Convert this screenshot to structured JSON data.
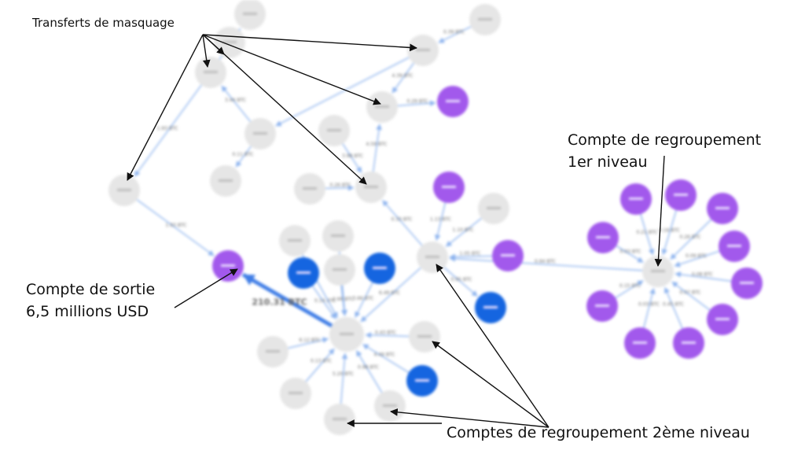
{
  "annotations": {
    "masquage": "Transferts de masquage",
    "level1_line1": "Compte de regroupement",
    "level1_line2": "1er niveau",
    "sortie_line1": "Compte de sortie",
    "sortie_line2": "6,5 millions USD",
    "level2": "Comptes de regroupement 2ème niveau"
  },
  "colors": {
    "background": "#ffffff",
    "grey_node": "#e6e6e6",
    "purple_node": "#a259ec",
    "blue_node": "#1565e0",
    "edge": "#8bb2ee",
    "arrow": "#111111"
  },
  "nodes": [
    {
      "id": "n1",
      "color": "grey"
    },
    {
      "id": "n2",
      "color": "grey"
    },
    {
      "id": "n3",
      "color": "grey"
    },
    {
      "id": "n4",
      "color": "grey"
    },
    {
      "id": "n5",
      "color": "grey"
    },
    {
      "id": "n6",
      "color": "grey"
    },
    {
      "id": "n7",
      "color": "purple"
    },
    {
      "id": "n8",
      "color": "grey"
    },
    {
      "id": "n9",
      "color": "grey"
    },
    {
      "id": "n10",
      "color": "grey"
    },
    {
      "id": "n11",
      "color": "grey"
    },
    {
      "id": "n12",
      "color": "grey"
    },
    {
      "id": "n13",
      "color": "grey"
    },
    {
      "id": "n14",
      "color": "purple"
    },
    {
      "id": "n15",
      "color": "grey"
    },
    {
      "id": "n16",
      "color": "purple"
    },
    {
      "id": "n17",
      "color": "grey"
    },
    {
      "id": "n18",
      "color": "purple"
    },
    {
      "id": "n19",
      "color": "blue"
    },
    {
      "id": "n20",
      "color": "grey"
    },
    {
      "id": "n21",
      "color": "blue"
    },
    {
      "id": "n22",
      "color": "grey"
    },
    {
      "id": "n23",
      "color": "grey"
    },
    {
      "id": "n24",
      "color": "grey"
    },
    {
      "id": "n25",
      "color": "blue"
    },
    {
      "id": "n26",
      "color": "grey"
    },
    {
      "id": "n27",
      "color": "blue"
    },
    {
      "id": "n28",
      "color": "grey"
    },
    {
      "id": "n29",
      "color": "grey"
    },
    {
      "id": "n30",
      "color": "grey"
    },
    {
      "id": "n31",
      "color": "grey"
    },
    {
      "id": "h",
      "color": "grey"
    },
    {
      "id": "r1",
      "color": "purple"
    },
    {
      "id": "r2",
      "color": "purple"
    },
    {
      "id": "r3",
      "color": "purple"
    },
    {
      "id": "r4",
      "color": "purple"
    },
    {
      "id": "r5",
      "color": "purple"
    },
    {
      "id": "r6",
      "color": "purple"
    },
    {
      "id": "r7",
      "color": "purple"
    },
    {
      "id": "r8",
      "color": "purple"
    },
    {
      "id": "r9",
      "color": "purple"
    },
    {
      "id": "r10",
      "color": "purple"
    }
  ],
  "edges": [
    {
      "from": "n5",
      "to": "n4",
      "label": "0.39 BTC"
    },
    {
      "from": "n4",
      "to": "n6",
      "label": "4.39 BTC"
    },
    {
      "from": "n6",
      "to": "n7",
      "label": "0.29 BTC"
    },
    {
      "from": "n4",
      "to": "n10",
      "label": ""
    },
    {
      "from": "n9",
      "to": "n12",
      "label": "3.98 BTC"
    },
    {
      "from": "n12",
      "to": "n6",
      "label": "4.59 BTC"
    },
    {
      "from": "n13",
      "to": "n12",
      "label": "0.26 BTC"
    },
    {
      "from": "n10",
      "to": "n3",
      "label": "3.44 BTC"
    },
    {
      "from": "n3",
      "to": "n1",
      "label": ""
    },
    {
      "from": "n10",
      "to": "n11",
      "label": "0.11 BTC"
    },
    {
      "from": "n3",
      "to": "n8",
      "label": "1.93 BTC"
    },
    {
      "from": "n8",
      "to": "n18",
      "label": "1.93 BTC"
    },
    {
      "from": "n17",
      "to": "n12",
      "label": "0.33 BTC"
    },
    {
      "from": "n14",
      "to": "n17",
      "label": "1.13 BTC"
    },
    {
      "from": "n15",
      "to": "n17",
      "label": "1.10 BTC"
    },
    {
      "from": "n16",
      "to": "n17",
      "label": "1.05 BTC"
    },
    {
      "from": "h",
      "to": "n17",
      "label": "0.94 BTC"
    },
    {
      "from": "n17",
      "to": "n21",
      "label": "0.95 BTC"
    },
    {
      "from": "n17",
      "to": "n24",
      "label": "6.49 BTC"
    },
    {
      "from": "n24",
      "to": "n18",
      "label": "210.31 BTC",
      "thick": true
    },
    {
      "from": "n19",
      "to": "n24",
      "label": "0.14 BTC"
    },
    {
      "from": "n20",
      "to": "n24",
      "label": "2.66 BTC"
    },
    {
      "from": "n25",
      "to": "n24",
      "label": "3.66 BTC"
    },
    {
      "from": "n26",
      "to": "n24",
      "label": "0.43 BTC"
    },
    {
      "from": "n27",
      "to": "n24",
      "label": "4.49 BTC"
    },
    {
      "from": "n28",
      "to": "n24",
      "label": "0.98 BTC"
    },
    {
      "from": "n29",
      "to": "n24",
      "label": "5.20 BTC"
    },
    {
      "from": "n30",
      "to": "n24",
      "label": "0.13 BTC"
    },
    {
      "from": "n31",
      "to": "n24",
      "label": "6.12 BTC"
    },
    {
      "from": "r1",
      "to": "h",
      "label": "0.03 BTC"
    },
    {
      "from": "r2",
      "to": "h",
      "label": "0.21 BTC"
    },
    {
      "from": "r3",
      "to": "h",
      "label": "0.16 BTC"
    },
    {
      "from": "r4",
      "to": "h",
      "label": "0.26 BTC"
    },
    {
      "from": "r5",
      "to": "h",
      "label": "0.09 BTC"
    },
    {
      "from": "r6",
      "to": "h",
      "label": "0.08 BTC"
    },
    {
      "from": "r7",
      "to": "h",
      "label": "0.07 BTC"
    },
    {
      "from": "r8",
      "to": "h",
      "label": "0.45 BTC"
    },
    {
      "from": "r9",
      "to": "h",
      "label": "0.03 BTC"
    },
    {
      "from": "r10",
      "to": "h",
      "label": "0.15 BTC"
    }
  ]
}
